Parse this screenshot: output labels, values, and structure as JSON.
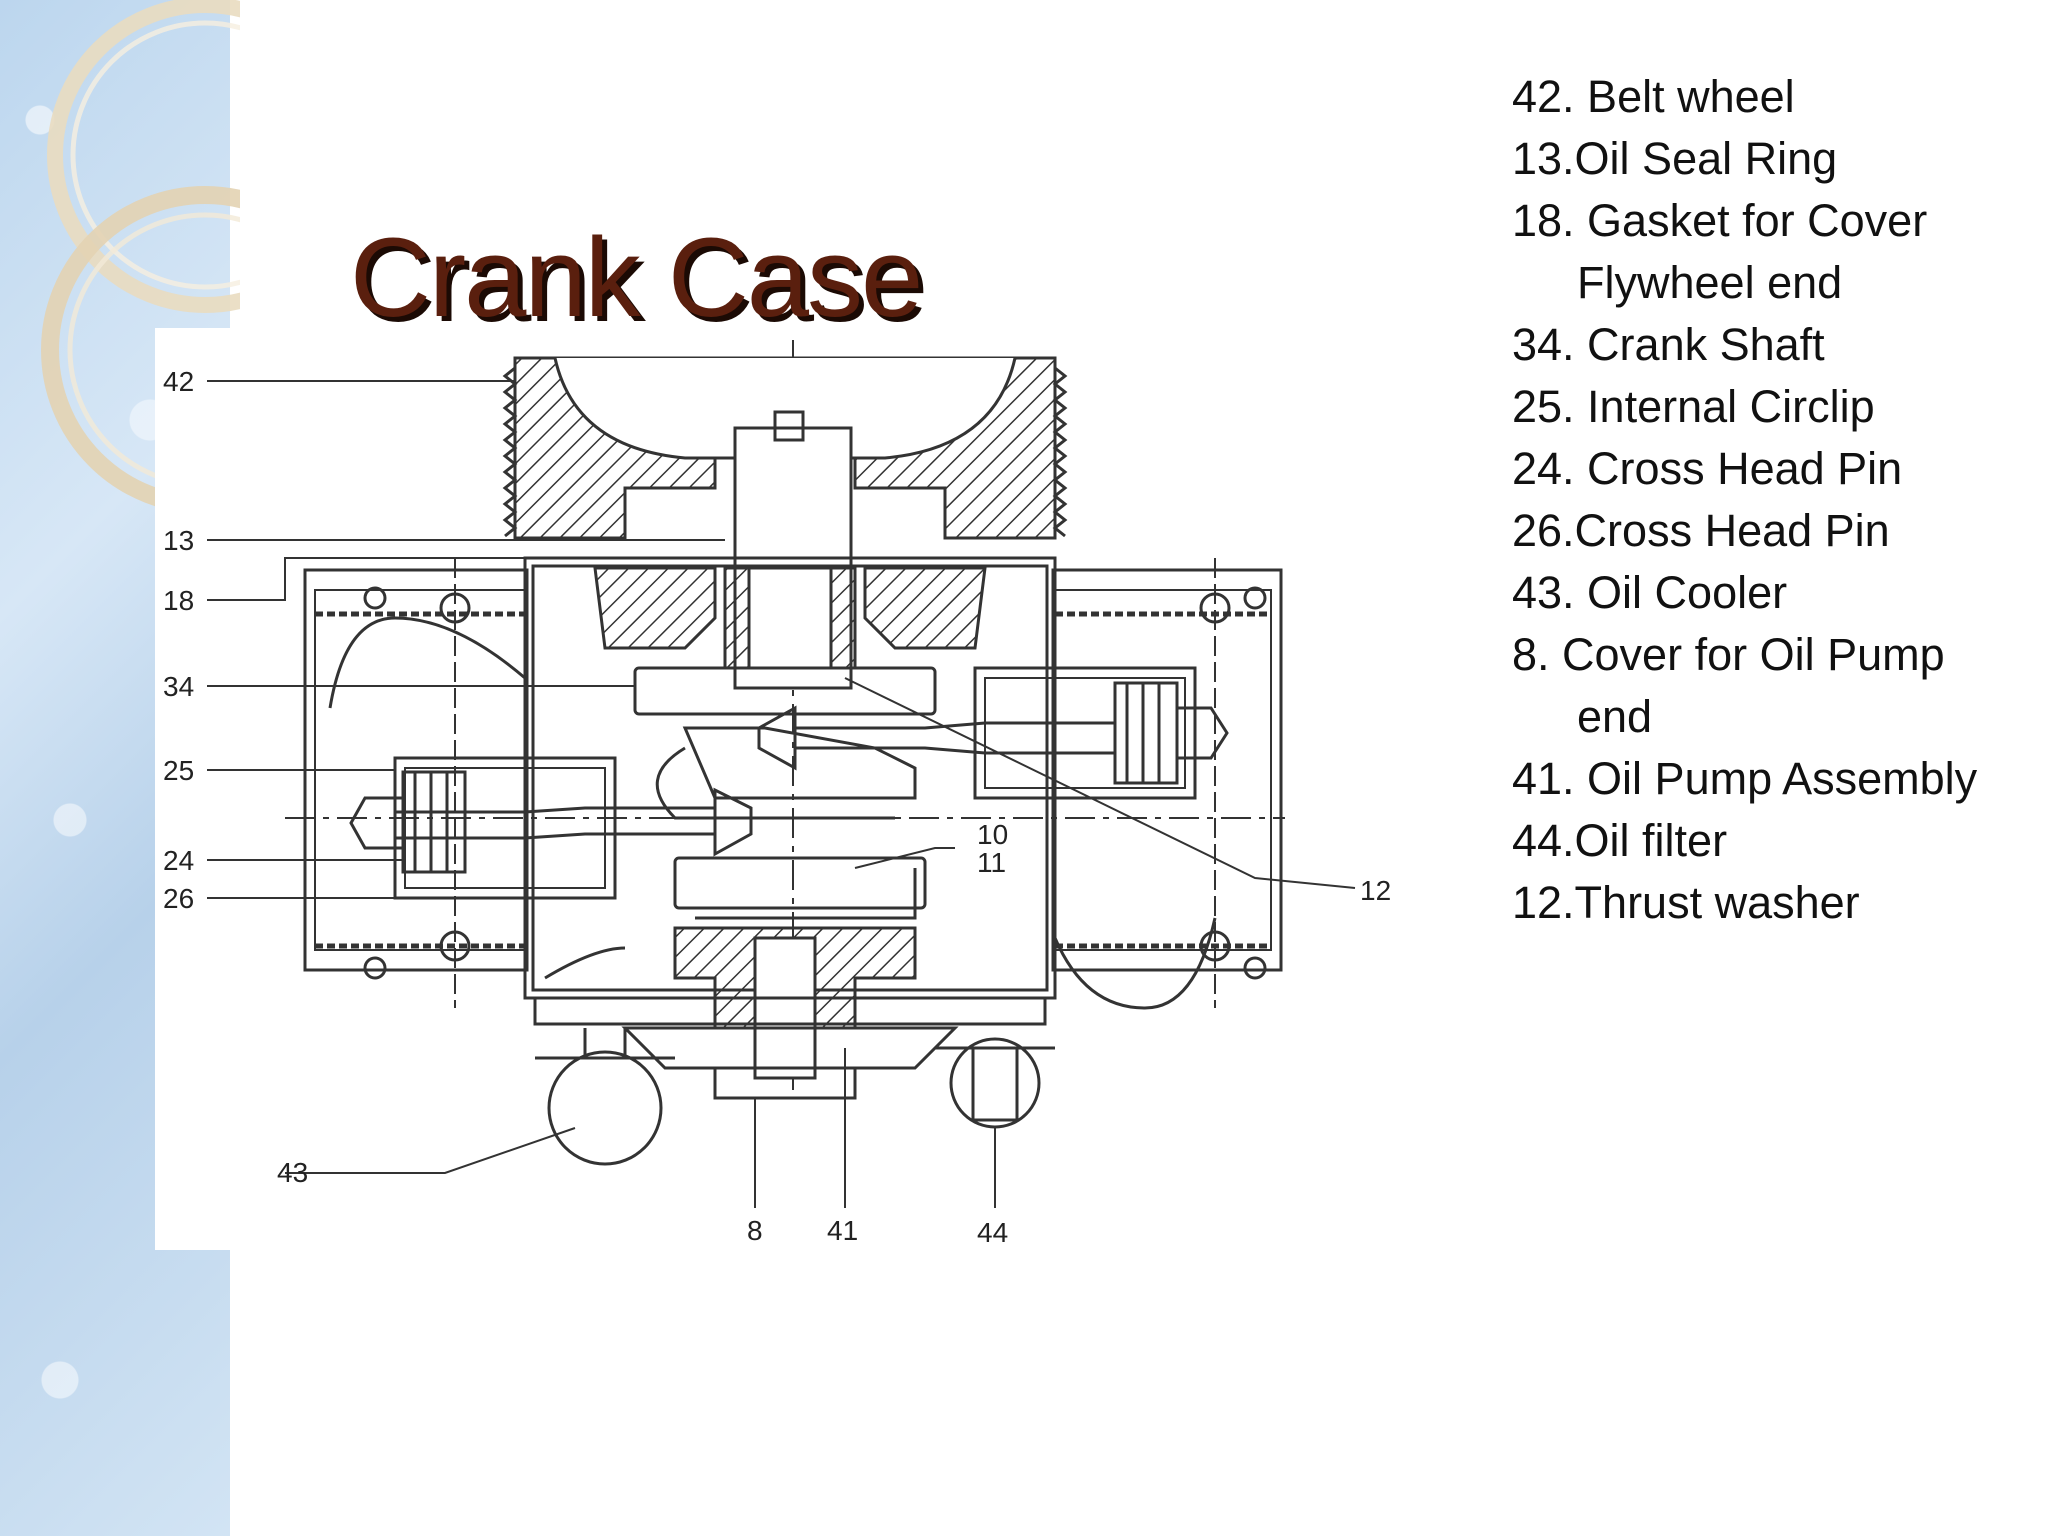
{
  "slide": {
    "title": "Crank Case"
  },
  "diagram": {
    "callouts": [
      "42",
      "13",
      "18",
      "34",
      "25",
      "24",
      "26",
      "10",
      "11",
      "12",
      "43",
      "8",
      "41",
      "44"
    ]
  },
  "legend": {
    "items": [
      {
        "line1": "42. Belt wheel"
      },
      {
        "line1": "13.Oil Seal Ring"
      },
      {
        "line1": "18. Gasket for Cover",
        "line2": "Flywheel end"
      },
      {
        "line1": "34. Crank Shaft"
      },
      {
        "line1": "25. Internal Circlip"
      },
      {
        "line1": "24. Cross Head Pin"
      },
      {
        "line1": "26.Cross Head Pin"
      },
      {
        "line1": "43. Oil Cooler"
      },
      {
        "line1": "8. Cover for Oil Pump",
        "line2": "end"
      },
      {
        "line1": "41. Oil Pump Assembly"
      },
      {
        "line1": "44.Oil filter"
      },
      {
        "line1": "12.Thrust washer"
      }
    ]
  }
}
